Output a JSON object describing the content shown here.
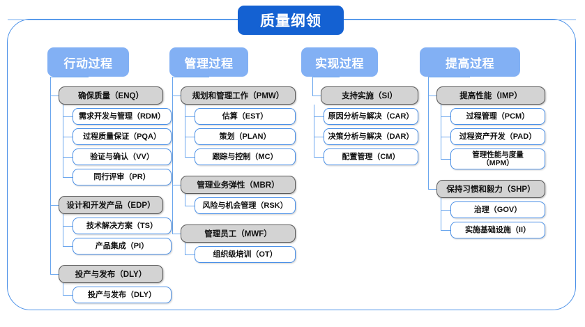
{
  "diagram": {
    "title": "质量纲领",
    "type": "organization-tree",
    "colors": {
      "root_fill": "#1461d2",
      "column_header_fill": "#82b0f4",
      "group_fill": "#d3d3d3",
      "group_border": "#5a5a5a",
      "leaf_border": "#4a90e8",
      "connector": "#6aa6ee",
      "frame_border": "#4a90e8"
    },
    "columns": [
      {
        "header": "行动过程",
        "groups": [
          {
            "label": "确保质量（ENQ）",
            "children": [
              "需求开发与管理（RDM）",
              "过程质量保证（PQA）",
              "验证与确认（VV）",
              "同行评审（PR）"
            ]
          },
          {
            "label": "设计和开发产品（EDP）",
            "children": [
              "技术解决方案（TS）",
              "产品集成（PI）"
            ]
          },
          {
            "label": "投产与发布（DLY）",
            "children": [
              "投产与发布（DLY）"
            ]
          }
        ]
      },
      {
        "header": "管理过程",
        "groups": [
          {
            "label": "规划和管理工作（PMW）",
            "children": [
              "估算（EST）",
              "策划（PLAN）",
              "跟踪与控制（MC）"
            ]
          },
          {
            "label": "管理业务弹性（MBR）",
            "children": [
              "风险与机会管理（RSK）"
            ]
          },
          {
            "label": "管理员工（MWF）",
            "children": [
              "组织级培训（OT）"
            ]
          }
        ]
      },
      {
        "header": "实现过程",
        "groups": [
          {
            "label": "支持实施（SI）",
            "children": [
              "原因分析与解决（CAR）",
              "决策分析与解决（DAR）",
              "配置管理（CM）"
            ]
          }
        ]
      },
      {
        "header": "提高过程",
        "groups": [
          {
            "label": "提高性能（IMP）",
            "children": [
              "过程管理（PCM）",
              "过程资产开发（PAD）",
              "管理性能与度量\n（MPM）"
            ]
          },
          {
            "label": "保持习惯和毅力（SHP）",
            "children": [
              "治理（GOV）",
              "实施基础设施（II）"
            ]
          }
        ]
      }
    ]
  }
}
